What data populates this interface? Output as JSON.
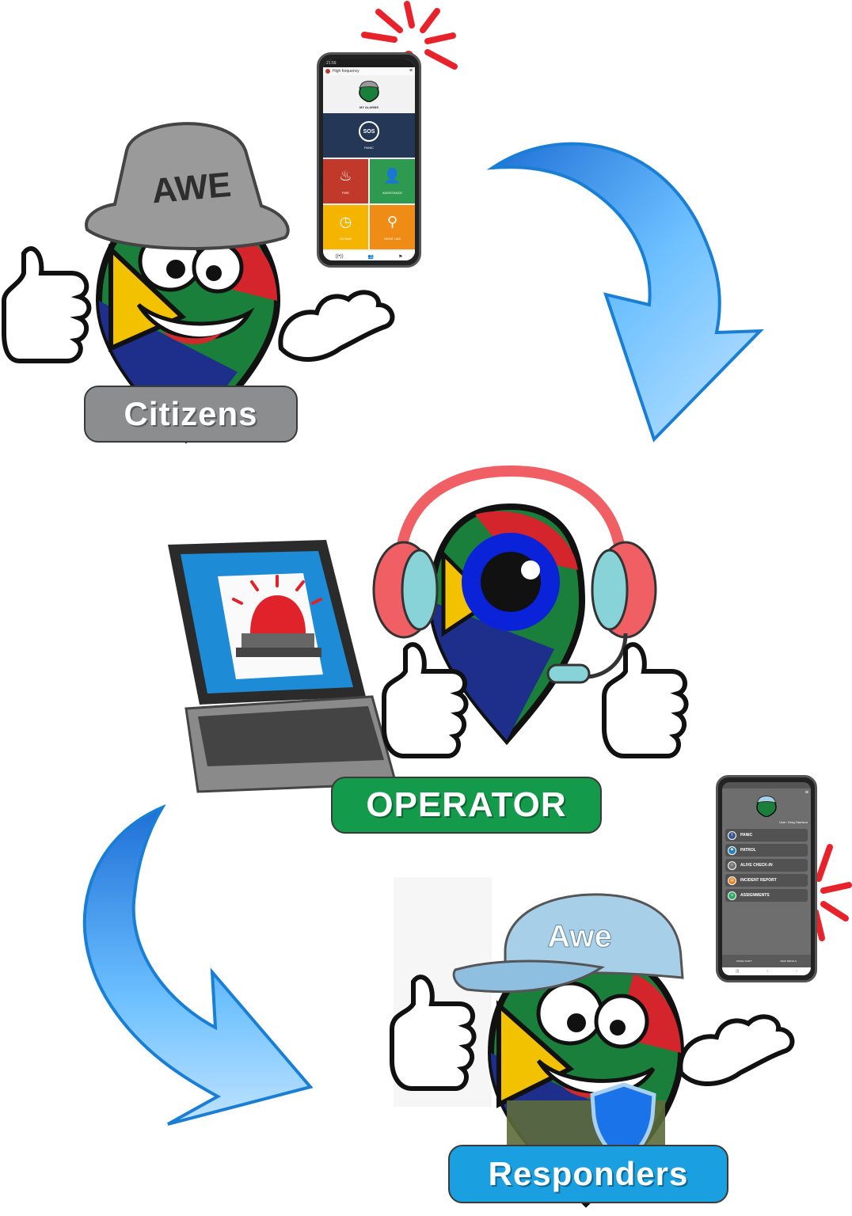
{
  "labels": {
    "citizens": "Citizens",
    "operator": "OPERATOR",
    "responders": "Responders"
  },
  "hats": {
    "citizen_hat": "AWE",
    "responder_cap": "Awe"
  },
  "phone_citizen": {
    "status_time": "21:59",
    "app_name": "High frequency",
    "section_title": "MY ALARMS",
    "panic_button": "SOS",
    "panic_caption": "PANIC",
    "tiles": [
      {
        "label": "FIRE",
        "icon": "fire-icon",
        "color": "#c0392b",
        "glyph": "▲"
      },
      {
        "label": "ASSISTANCE",
        "icon": "person-icon",
        "color": "#2e9a4f",
        "glyph": "●"
      },
      {
        "label": "ON WAY",
        "icon": "timer-icon",
        "color": "#f4b400",
        "glyph": "◷"
      },
      {
        "label": "HERE I AM",
        "icon": "location-pin-icon",
        "color": "#ef8c16",
        "glyph": "⬤"
      }
    ]
  },
  "phone_responder": {
    "user": "User: Greg Harrison",
    "menu": [
      {
        "label": "PANIC",
        "icon": "panic-icon",
        "color": "#3b5998"
      },
      {
        "label": "PATROL",
        "icon": "patrol-icon",
        "color": "#2980b9"
      },
      {
        "label": "ALIVE CHECK-IN",
        "icon": "check-in-icon",
        "color": "#777777"
      },
      {
        "label": "INCIDENT REPORT",
        "icon": "incident-report-icon",
        "color": "#e67e22"
      },
      {
        "label": "ASSIGNMENTS",
        "icon": "assignments-icon",
        "color": "#27ae60"
      }
    ],
    "footer_left": "FINISH SHIFT",
    "footer_right": "VIEW DETAILS"
  },
  "colors": {
    "arrow_blue": "#3ea3f0",
    "alert_red": "#e8222b",
    "citizens_label": "#8b8d8e",
    "operator_label": "#139a4a",
    "responders_label": "#1a9fe0"
  }
}
